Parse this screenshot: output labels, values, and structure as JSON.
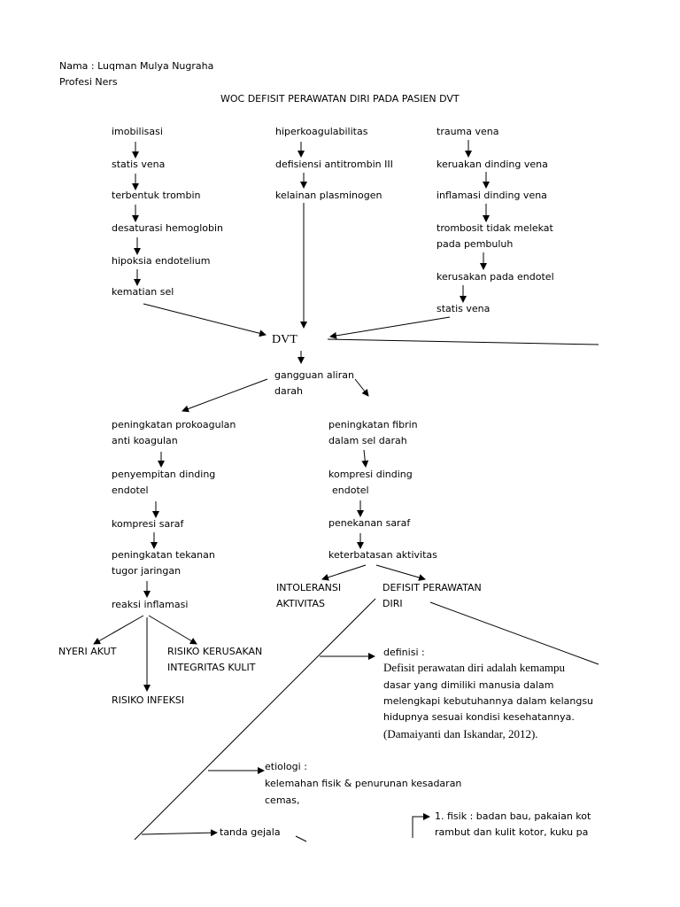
{
  "header": {
    "name": "Nama : Luqman Mulya Nugraha",
    "profession": "Profesi Ners",
    "title": "WOC DEFISIT PERAWATAN DIRI PADA PASIEN DVT"
  },
  "columns": {
    "left": [
      "imobilisasi",
      "statis vena",
      "terbentuk trombin",
      "desaturasi hemoglobin",
      "hipoksia endotelium",
      "kematian sel"
    ],
    "middle": [
      "hiperkoagulabilitas",
      "defisiensi antitrombin III",
      "kelainan plasminogen"
    ],
    "right": [
      "trauma vena",
      "keruakan dinding vena",
      "inflamasi dinding vena",
      "trombosit tidak melekat",
      "pada pembuluh",
      "kerusakan pada endotel",
      "statis vena"
    ]
  },
  "center": {
    "dvt": "DVT",
    "gangguan_line1": "gangguan aliran",
    "gangguan_line2": "darah"
  },
  "branch_left": {
    "l1a": "peningkatan prokoagulan",
    "l1b": "anti koagulan",
    "l2a": "penyempitan dinding",
    "l2b": "endotel",
    "l3": "kompresi saraf",
    "l4a": "peningkatan tekanan",
    "l4b": "tugor jaringan",
    "l5": "reaksi inflamasi",
    "out1": "NYERI AKUT",
    "out2a": "RISIKO KERUSAKAN",
    "out2b": "INTEGRITAS KULIT",
    "out3": "RISIKO INFEKSI"
  },
  "branch_right": {
    "r1a": "peningkatan fibrin",
    "r1b": "dalam sel darah",
    "r2a": "kompresi dinding",
    "r2b": "endotel",
    "r3": "penekanan saraf",
    "r4": "keterbatasan aktivitas",
    "int1": "INTOLERANSI",
    "int2": "AKTIVITAS",
    "def1": "DEFISIT PERAWATAN",
    "def2": "DIRI"
  },
  "definition": {
    "label": "definisi :",
    "line1": "Defisit perawatan diri adalah kemampu",
    "line2": "dasar yang dimiliki manusia dalam",
    "line3": "melengkapi kebutuhannya dalam kelangsu",
    "line4": "hidupnya sesuai kondisi kesehatannya.",
    "citation": "(Damaiyanti dan Iskandar, 2012)."
  },
  "etiology": {
    "label": "etiologi :",
    "line1": "kelemahan fisik & penurunan kesadaran",
    "line2": "cemas,"
  },
  "signs": {
    "label": "tanda gejala",
    "item1": "1. fisik : badan bau, pakaian kot",
    "item2": "rambut dan kulit kotor, kuku pa"
  }
}
